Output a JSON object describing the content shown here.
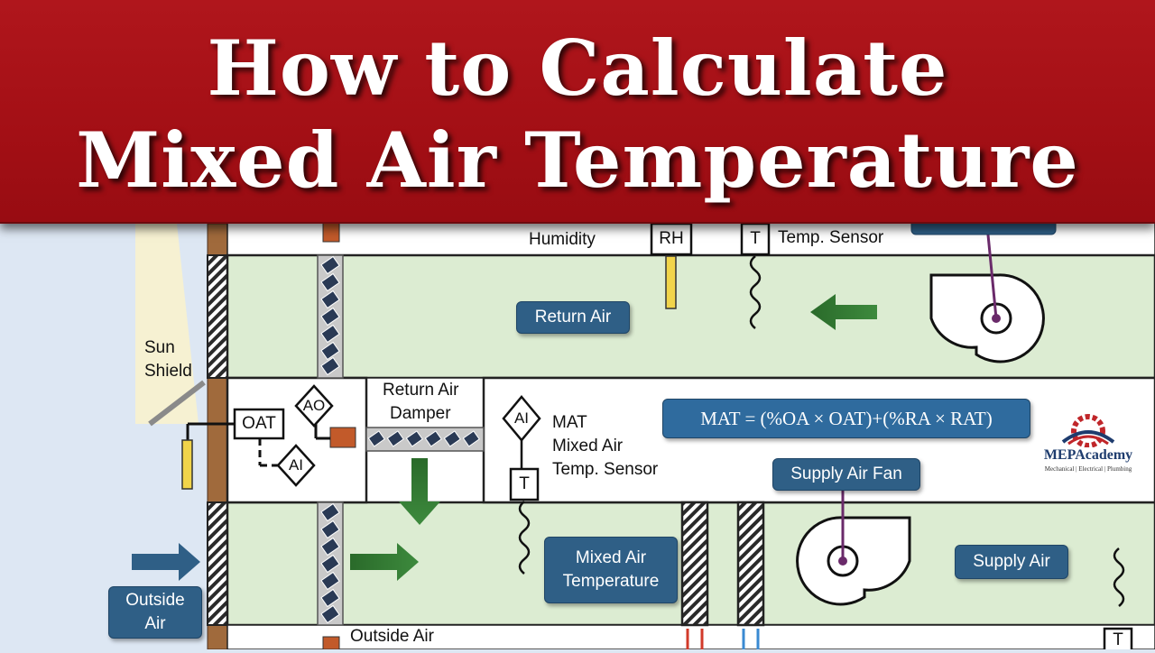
{
  "title": {
    "line1": "How to Calculate",
    "line2": "Mixed Air Temperature"
  },
  "formula": "MAT = (%OA × OAT)+(%RA × RAT)",
  "logo": {
    "name": "MEPAcademy",
    "tagline": "Mechanical | Electrical | Plumbing"
  },
  "labels": {
    "humidity": "Humidity",
    "temp_sensor_top": "Temp. Sensor",
    "sun_shield_1": "Sun",
    "sun_shield_2": "Shield",
    "return_air_damper_1": "Return Air",
    "return_air_damper_2": "Damper",
    "mat": "MAT",
    "mat_desc_1": "Mixed Air",
    "mat_desc_2": "Temp. Sensor",
    "outside_air_damper": "Outside Air"
  },
  "pills": {
    "return_air": "Return Air",
    "supply_air_fan": "Supply Air Fan",
    "mixed_air_temp_1": "Mixed Air",
    "mixed_air_temp_2": "Temperature",
    "supply_air": "Supply Air",
    "outside_air_1": "Outside",
    "outside_air_2": "Air"
  },
  "tags": {
    "rh": "RH",
    "t": "T",
    "oat": "OAT",
    "ao": "AO",
    "ai": "AI"
  },
  "colors": {
    "banner": "#a30f15",
    "duct_fill": "#dcecd2",
    "pill": "#2f5f86",
    "arrow_green": "#2f6b2f",
    "arrow_blue": "#2f5f86"
  }
}
